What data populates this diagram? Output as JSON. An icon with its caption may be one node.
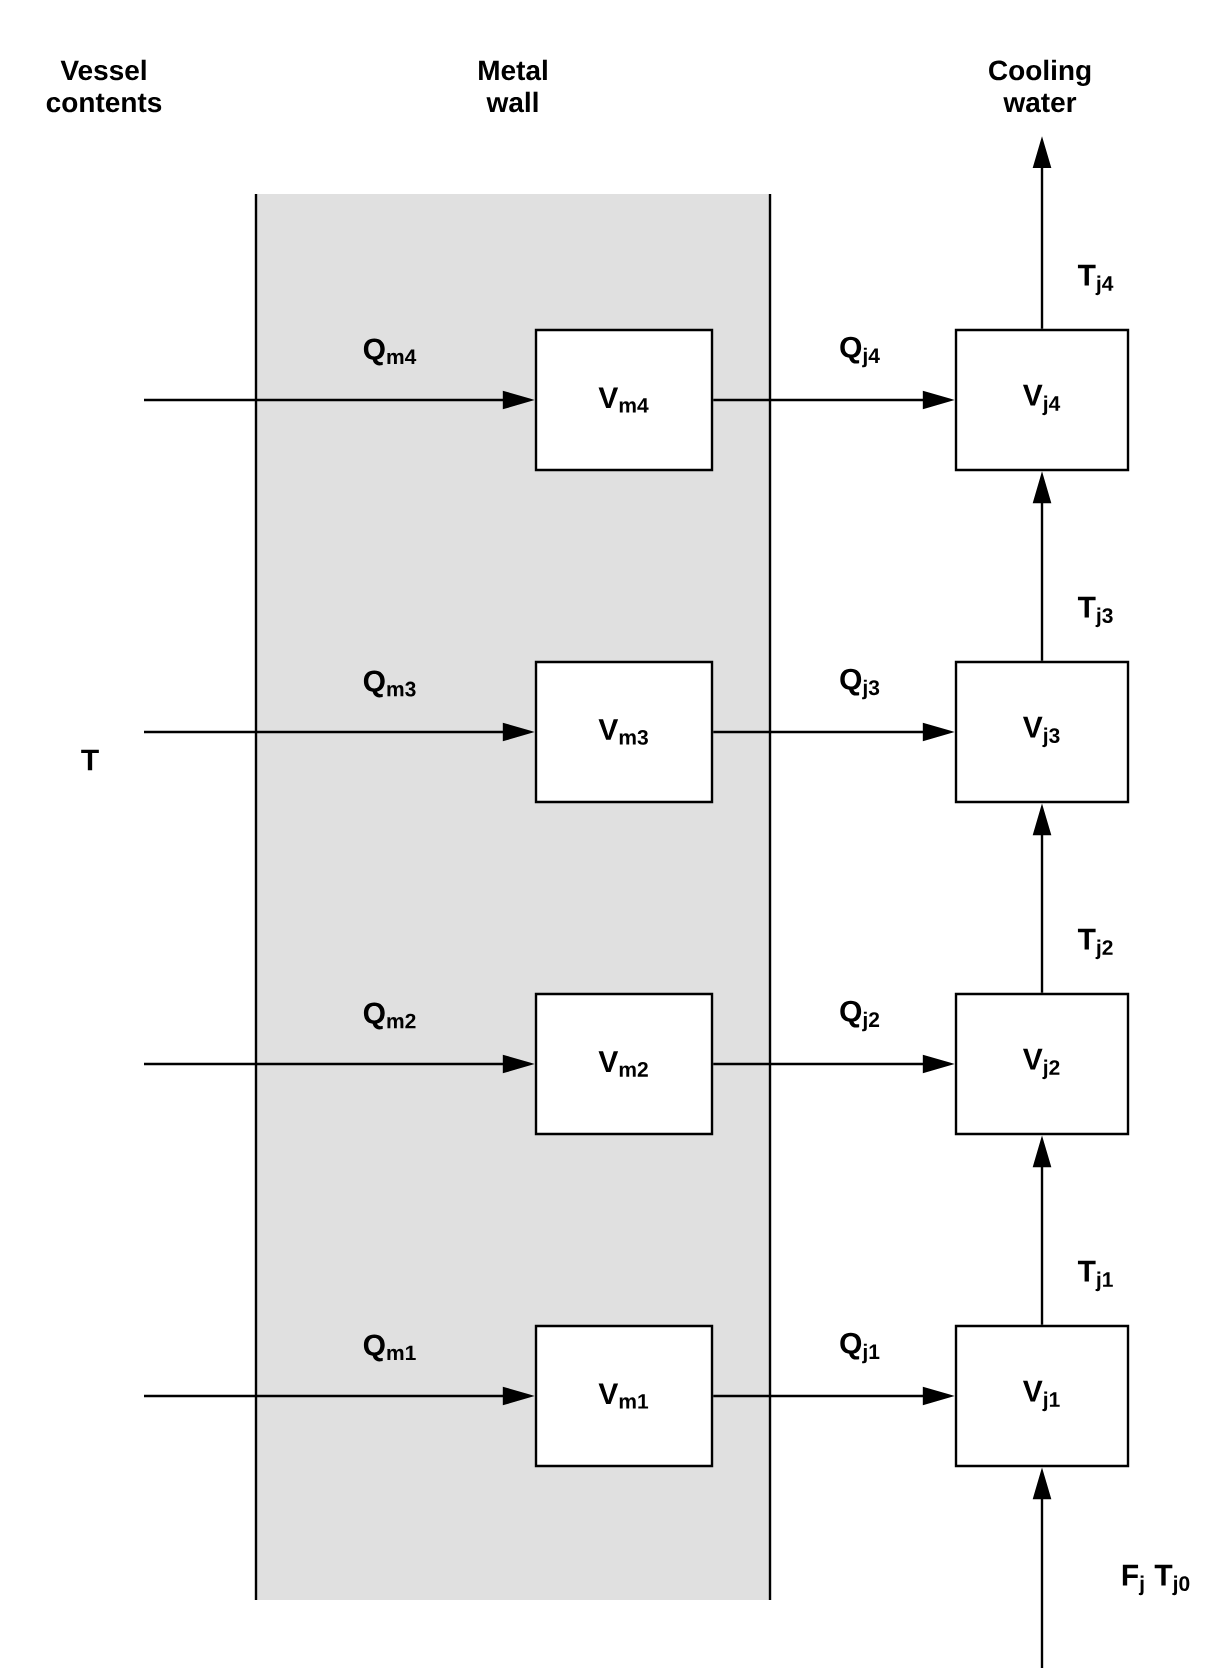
{
  "diagram": {
    "nodes": [
      {
        "text": [
          "Metal wall"
        ]
      },
      {
        "text": [
          "V$_{m4}$"
        ],
        "in": 0
      },
      {
        "text": [
          "V$_{m3}$"
        ],
        "in": 0
      },
      {
        "text": [
          "V$_{m2}$"
        ],
        "in": 0
      },
      {
        "text": [
          "V$_{m1}$"
        ],
        "in": 0
      },
      {
        "text": [
          "V$_{j4}$"
        ]
      },
      {
        "text": [
          "V$_{j3}$"
        ]
      },
      {
        "text": [
          "V$_{j2}$"
        ]
      },
      {
        "text": [
          "V$_{j1}$"
        ]
      }
    ],
    "edges": [
      {
        "from": null,
        "to": 1,
        "arrow": "to",
        "label": "Q$_{m4}$"
      },
      {
        "from": 1,
        "to": 5,
        "arrow": "to",
        "label": "Q$_{j4}$"
      },
      {
        "from": null,
        "to": 2,
        "arrow": "to",
        "label": "Q$_{m3}$"
      },
      {
        "from": 2,
        "to": 6,
        "arrow": "to",
        "label": "Q$_{j3}$"
      },
      {
        "from": null,
        "to": 3,
        "arrow": "to",
        "label": "Q$_{m2}$"
      },
      {
        "from": 3,
        "to": 7,
        "arrow": "to",
        "label": "Q$_{j2}$"
      },
      {
        "from": null,
        "to": 4,
        "arrow": "to",
        "label": "Q$_{m1}$"
      },
      {
        "from": 4,
        "to": 8,
        "arrow": "to",
        "label": "Q$_{j1}$"
      },
      {
        "from": 5,
        "to": null,
        "arrow": "to",
        "label": "T$_{j4}$"
      },
      {
        "from": 6,
        "to": 5,
        "arrow": "to",
        "label": "T$_{j3}$"
      },
      {
        "from": 7,
        "to": 6,
        "arrow": "to",
        "label": "T$_{j2}$"
      },
      {
        "from": 8,
        "to": 7,
        "arrow": "to",
        "label": "T$_{j1}$"
      },
      {
        "from": null,
        "to": 8,
        "arrow": "to",
        "label": "F$_{j}$ T$_{j0}$"
      }
    ],
    "labels": [
      "Vessel contents",
      "Cooling water",
      "T"
    ]
  }
}
